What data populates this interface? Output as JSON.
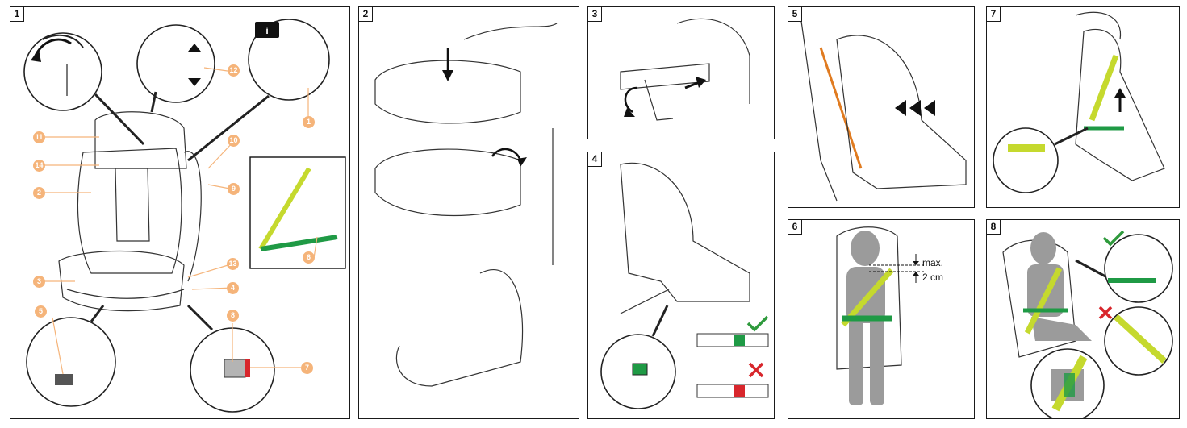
{
  "panels": [
    {
      "id": "1",
      "label": "1"
    },
    {
      "id": "2",
      "label": "2"
    },
    {
      "id": "3",
      "label": "3"
    },
    {
      "id": "4",
      "label": "4"
    },
    {
      "id": "5",
      "label": "5"
    },
    {
      "id": "6",
      "label": "6"
    },
    {
      "id": "7",
      "label": "7"
    },
    {
      "id": "8",
      "label": "8"
    }
  ],
  "callouts": [
    "11",
    "14",
    "2",
    "3",
    "5",
    "12",
    "1",
    "10",
    "9",
    "6",
    "13",
    "4",
    "8",
    "7"
  ],
  "measurement": {
    "line1": "max.",
    "line2": "2 cm"
  },
  "manual_icon": "book-info-icon",
  "colors": {
    "callout": "#f5b47a",
    "belt": "#c5d92e",
    "belt_green": "#1f9a45",
    "ok": "#2e9a3c",
    "wrong": "#d8262c",
    "figure": "#9b9b9b",
    "slider_red": "#d8262c",
    "slider_grey": "#b4b4b4"
  }
}
